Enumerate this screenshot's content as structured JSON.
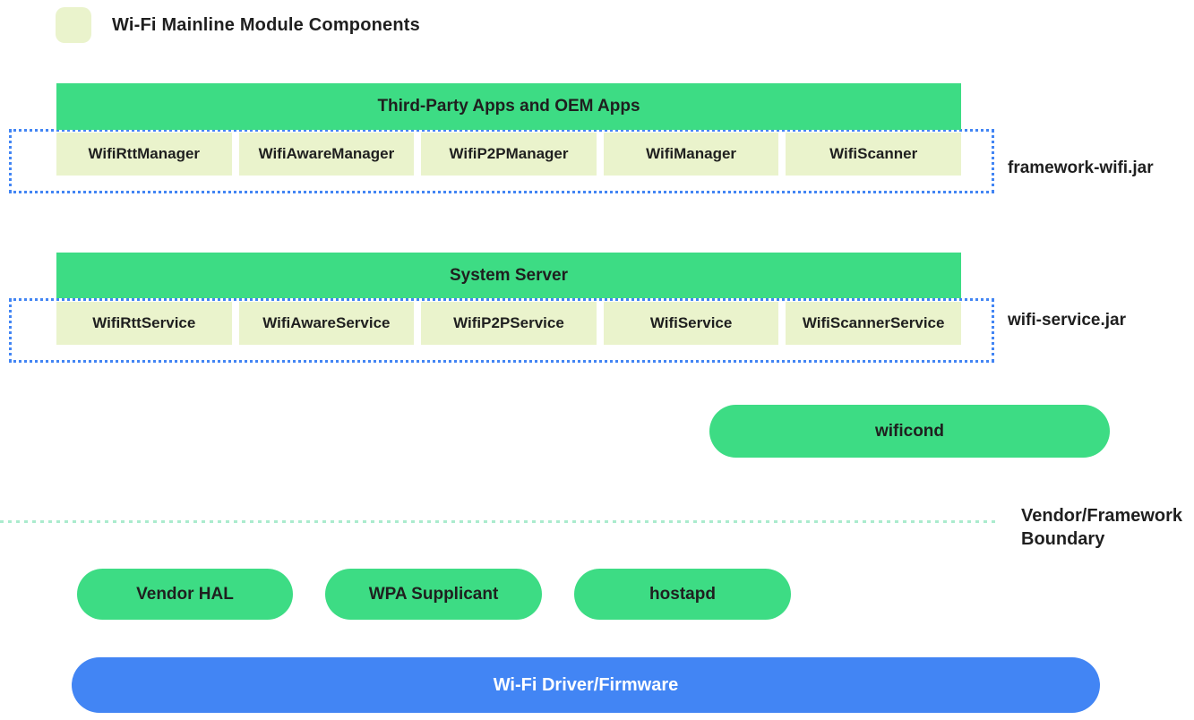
{
  "colors": {
    "green": "#3DDC84",
    "light_yellow": "#EAF3CC",
    "blue": "#4285F4",
    "dotted_blue": "#4285F4",
    "boundary_green": "#ABEBCE",
    "text_dark": "#1F1F1F"
  },
  "legend": {
    "swatch": "wifi-mainline-module-swatch",
    "label": "Wi-Fi Mainline Module Components"
  },
  "framework_layer": {
    "header": "Third-Party Apps and OEM Apps",
    "boxes": [
      "WifiRttManager",
      "WifiAwareManager",
      "WifiP2PManager",
      "WifiManager",
      "WifiScanner"
    ],
    "label": "framework-wifi.jar"
  },
  "service_layer": {
    "header": "System Server",
    "boxes": [
      "WifiRttService",
      "WifiAwareService",
      "WifiP2PService",
      "WifiService",
      "WifiScannerService"
    ],
    "label": "wifi-service.jar"
  },
  "wificond": {
    "label": "wificond"
  },
  "boundary": {
    "label": "Vendor/Framework Boundary"
  },
  "vendor_layer": {
    "pills": [
      "Vendor HAL",
      "WPA Supplicant",
      "hostapd"
    ]
  },
  "driver": {
    "label": "Wi-Fi Driver/Firmware"
  }
}
